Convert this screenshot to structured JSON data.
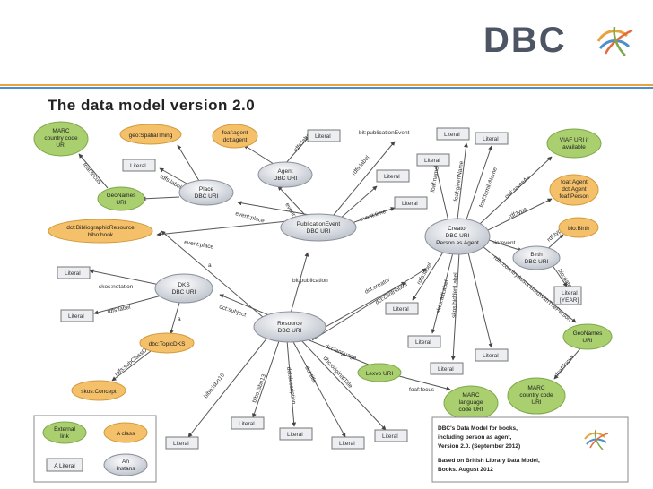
{
  "header": {
    "title": "The data model version 2.0",
    "logo_text": "DBC"
  },
  "colors": {
    "green": "#a9cf6e",
    "orange": "#f5c06a",
    "gray": "#d9dde4",
    "brand": "#4d5564",
    "rule_orange": "#e8a33c",
    "rule_blue": "#4e8fcb"
  },
  "nodes": {
    "marc1": [
      "MARC",
      "country code",
      "URI"
    ],
    "geo_spatial": [
      "geo:SpatialThing"
    ],
    "foaf_agent": [
      "foaf:agent",
      "dct:agent"
    ],
    "place": [
      "Place",
      "DBC URI"
    ],
    "agent": [
      "Agent",
      "DBC URI"
    ],
    "geonames1": [
      "GeoNames",
      "URI"
    ],
    "dct_biblio": [
      "dct:BibliographicResource",
      "bibo:book"
    ],
    "pubevent": [
      "PublicationEvent",
      "DBC URI"
    ],
    "dks": [
      "DKS",
      "DBC URI"
    ],
    "resource": [
      "Resource",
      "DBC URI"
    ],
    "dbc_topic": [
      "dbc:TopicDKS"
    ],
    "skos_concept": [
      "skos:Concept"
    ],
    "creator": [
      "Creator",
      "DBC URI",
      "Person as Agent"
    ],
    "viaf": [
      "VIAF URI if",
      "available"
    ],
    "foaf_agent_person": [
      "foaf:Agent",
      "dct:Agent",
      "foaf:Person"
    ],
    "bio_birth": [
      "bio:Birth"
    ],
    "birth": [
      "Birth",
      "DBC URI"
    ],
    "geonames2": [
      "GeoNames",
      "URI"
    ],
    "lexvo": [
      "Lexvo URI"
    ],
    "marc_lang": [
      "MARC",
      "language",
      "code URI"
    ],
    "marc_country2": [
      "MARC",
      "country code",
      "URI"
    ],
    "literal_year": [
      "Literal",
      "[YEAR]"
    ]
  },
  "literal_label": "Literal",
  "edge_labels": {
    "rdfs_label_1": "rdfs:label",
    "rdfs_label_2": "rdfs:label",
    "rdfs_label_3": "rdfs:label",
    "rdfs_label_4": "rdfs:label",
    "bit_publication_event": "bit:publicationEvent",
    "foaf_focus_1": "foaf:focus",
    "event_place_1": "event:place",
    "event_agent": "event:agent",
    "event_time": "event:time",
    "event_place_2": "event:place",
    "bit_publication": "bit:publication",
    "skos_notation": "skos:notation",
    "dct_subject": "dct:subject",
    "rdfs_subclassof": "rdfs:subClassOf",
    "dct_creator": "dct:creator",
    "dct_contributor": "dct:contributor",
    "foaf_name": "foaf:name",
    "foaf_given_name": "foaf:givenName",
    "foaf_family_name": "foaf:familyName",
    "owl_same_as": "owl:sameAs",
    "bio_event": "bio:event",
    "rdf_type_1": "rdf:type",
    "rdf_type_2": "rdf:type",
    "dbc_country_assoc": "rdfc:countryAssociatedWithThePerson",
    "bio_date": "bio:date",
    "skos_alt_label": "skos:altLabel",
    "skos_hidden_label": "skos:hiddenLabel",
    "dct_language": "dct:language",
    "foaf_focus_2": "foaf:focus",
    "foaf_focus_3": "foaf:focus",
    "bibo_isbn10": "bibo:isbn10",
    "bibo_isbn13": "bibo:isbn13",
    "dct_description": "dct:description",
    "dct_title": "dct:title",
    "dbc_original_title": "dbc:originalTitle",
    "a_1": "a",
    "a_2": "a"
  },
  "legend": {
    "external_link": [
      "External",
      "link"
    ],
    "a_class": [
      "A class"
    ],
    "a_literal": [
      "A Literal"
    ],
    "an_instans": [
      "An",
      "Instans"
    ]
  },
  "caption": {
    "line1": "DBC's Data Model for books,",
    "line2": "including person as agent,",
    "line3": "Version 2.0. (September 2012)",
    "line4": "Based on British Library Data Model,",
    "line5": "Books. August 2012"
  }
}
